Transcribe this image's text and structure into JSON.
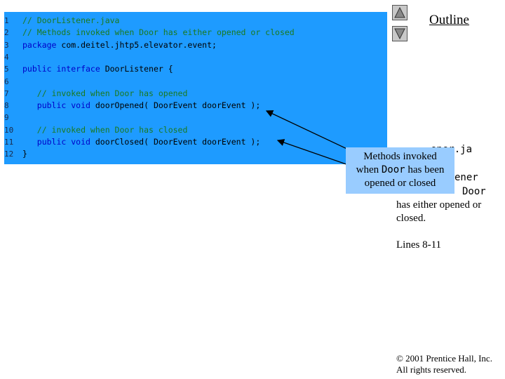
{
  "code": {
    "lines": [
      {
        "n": "1",
        "parts": [
          {
            "t": "// DoorListener.java",
            "c": "comment"
          }
        ]
      },
      {
        "n": "2",
        "parts": [
          {
            "t": "// Methods invoked when Door has either opened or closed",
            "c": "comment"
          }
        ]
      },
      {
        "n": "3",
        "parts": [
          {
            "t": "package ",
            "c": "kw"
          },
          {
            "t": "com.deitel.jhtp5.elevator.event;",
            "c": "plain"
          }
        ]
      },
      {
        "n": "4",
        "parts": []
      },
      {
        "n": "5",
        "parts": [
          {
            "t": "public interface ",
            "c": "kw"
          },
          {
            "t": "DoorListener {",
            "c": "plain"
          }
        ]
      },
      {
        "n": "6",
        "parts": []
      },
      {
        "n": "7",
        "parts": [
          {
            "t": "   // invoked when Door has opened",
            "c": "comment"
          }
        ]
      },
      {
        "n": "8",
        "parts": [
          {
            "t": "   public void ",
            "c": "kw"
          },
          {
            "t": "doorOpened( DoorEvent doorEvent );",
            "c": "plain"
          }
        ]
      },
      {
        "n": "9",
        "parts": []
      },
      {
        "n": "10",
        "parts": [
          {
            "t": "   // invoked when Door has closed",
            "c": "comment"
          }
        ]
      },
      {
        "n": "11",
        "parts": [
          {
            "t": "   public void ",
            "c": "kw"
          },
          {
            "t": "doorClosed( DoorEvent doorEvent );",
            "c": "plain"
          }
        ]
      },
      {
        "n": "12",
        "parts": [
          {
            "t": "}",
            "c": "plain"
          }
        ]
      }
    ]
  },
  "nav": {
    "up_icon": "triangle-up-icon",
    "down_icon": "triangle-down-icon"
  },
  "outline": {
    "title": "Outline"
  },
  "side": {
    "file_fragment": "ener.ja",
    "name_fragment": "ener",
    "desc_line1_a": "",
    "desc_line1_b": "Door",
    "desc_line2": "has either opened or",
    "desc_line3": "closed.",
    "lines_label": "Lines 8-11"
  },
  "callout": {
    "line1": "Methods invoked",
    "line2_a": "when ",
    "line2_b": "Door",
    "line2_c": " has been",
    "line3": "opened or closed"
  },
  "footer": {
    "copyright_line1": "© 2001 Prentice Hall, Inc.",
    "copyright_line2": "All rights reserved."
  },
  "colors": {
    "code_bg": "#1e9bff",
    "comment": "#1b7a1e",
    "keyword": "#0000c8",
    "callout_bg": "#99ccff"
  }
}
